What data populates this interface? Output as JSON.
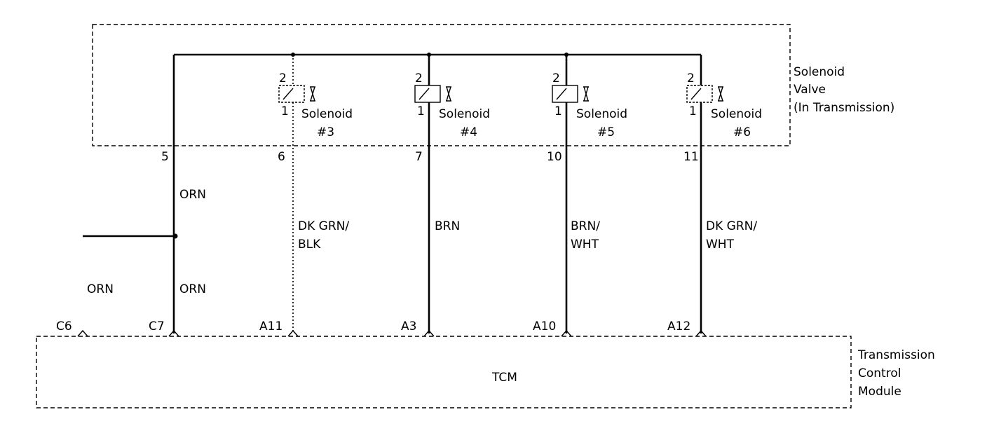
{
  "solenoid_valve": {
    "label_line1": "Solenoid",
    "label_line2": "Valve",
    "label_line3": "(In Transmission)"
  },
  "solenoids": [
    {
      "name": "Solenoid",
      "number": "#3",
      "pin_top": "2",
      "pin_bottom": "1",
      "connector_pin": "6",
      "wire_color_1": "DK GRN/",
      "wire_color_2": "BLK",
      "tcm_pin": "A11"
    },
    {
      "name": "Solenoid",
      "number": "#4",
      "pin_top": "2",
      "pin_bottom": "1",
      "connector_pin": "7",
      "wire_color_1": "BRN",
      "wire_color_2": "",
      "tcm_pin": "A3"
    },
    {
      "name": "Solenoid",
      "number": "#5",
      "pin_top": "2",
      "pin_bottom": "1",
      "connector_pin": "10",
      "wire_color_1": "BRN/",
      "wire_color_2": "WHT",
      "tcm_pin": "A10"
    },
    {
      "name": "Solenoid",
      "number": "#6",
      "pin_top": "2",
      "pin_bottom": "1",
      "connector_pin": "11",
      "wire_color_1": "DK GRN/",
      "wire_color_2": "WHT",
      "tcm_pin": "A12"
    }
  ],
  "supply": {
    "connector_pin": "5",
    "wire_color_upper": "ORN",
    "wire_color_lower": "ORN",
    "tcm_pin": "C7",
    "branch_wire_color": "ORN",
    "branch_tcm_pin": "C6"
  },
  "tcm": {
    "label": "TCM",
    "name_line1": "Transmission",
    "name_line2": "Control",
    "name_line3": "Module"
  }
}
